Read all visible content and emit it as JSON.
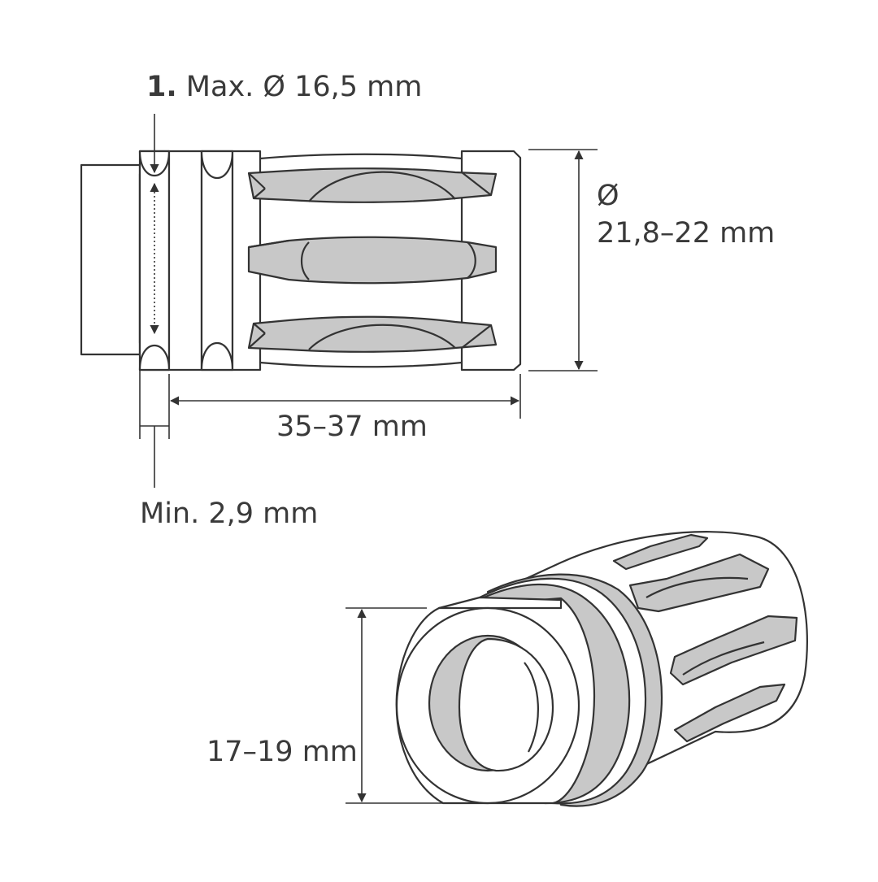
{
  "labels": {
    "step_number": "1.",
    "max_diameter": "Max. Ø 16,5 mm",
    "outer_diameter_symbol": "Ø",
    "outer_diameter_value": "21,8–22 mm",
    "length": "35–37 mm",
    "min_groove": "Min. 2,9 mm",
    "front_diameter": "17–19 mm"
  },
  "colors": {
    "line": "#333333",
    "fill_gray": "#c8c8c8",
    "text": "#3a3a3a",
    "background": "#ffffff"
  }
}
